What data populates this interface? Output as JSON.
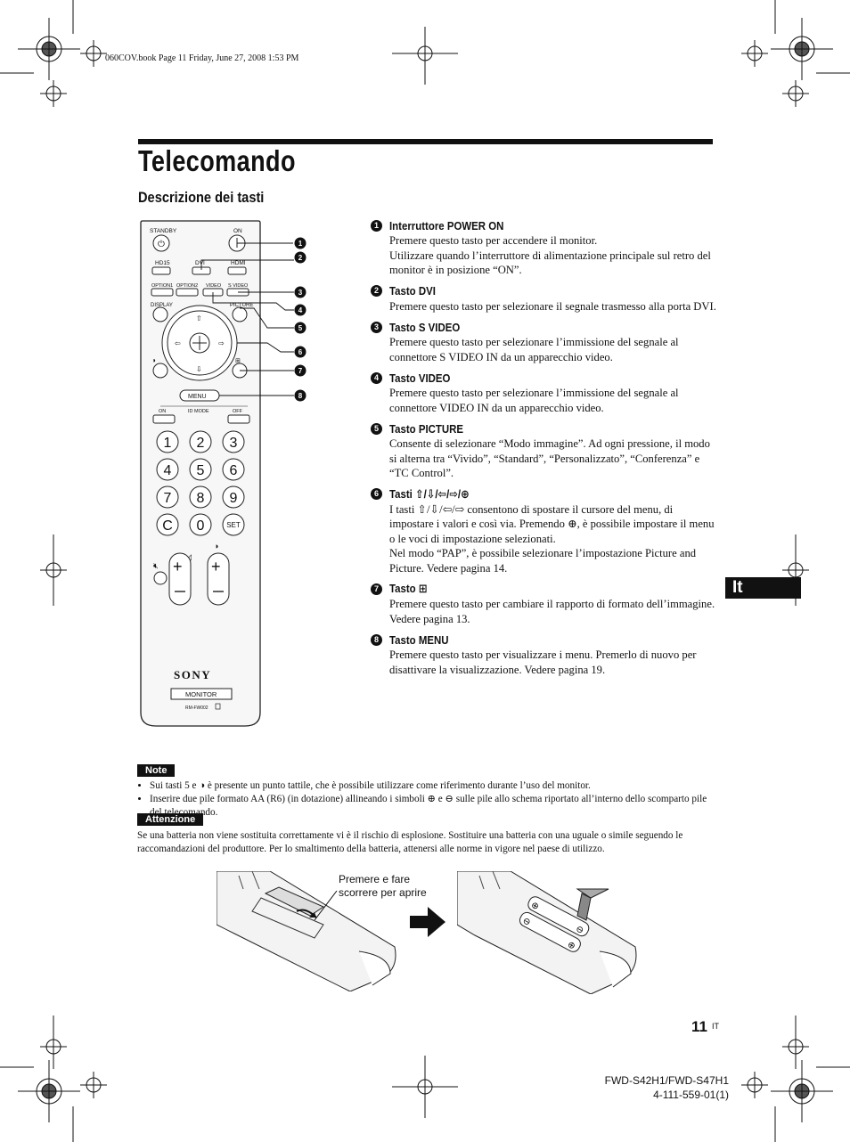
{
  "header_line": "060COV.book  Page 11  Friday, June 27, 2008  1:53 PM",
  "title": "Telecomando",
  "subtitle": "Descrizione dei tasti",
  "remote": {
    "labels": {
      "standby": "STANDBY",
      "on": "ON",
      "hd15": "HD15",
      "dvi": "DVI",
      "hdmi": "HDMI",
      "option1": "OPTION1",
      "option2": "OPTION2",
      "video": "VIDEO",
      "svideo": "S VIDEO",
      "display": "DISPLAY",
      "picture": "PICTURE",
      "menu": "MENU",
      "id_on": "ON",
      "id_mode": "ID MODE",
      "id_off": "OFF",
      "keys": [
        "1",
        "2",
        "3",
        "4",
        "5",
        "6",
        "7",
        "8",
        "9",
        "C",
        "0",
        "SET"
      ],
      "brand": "SONY",
      "model_plate": "MONITOR",
      "model_code": "RM-FW002"
    },
    "callouts": [
      "1",
      "2",
      "3",
      "4",
      "5",
      "6",
      "7",
      "8"
    ]
  },
  "items": [
    {
      "n": "1",
      "head": "Interruttore POWER ON",
      "body": [
        "Premere questo tasto per accendere il monitor.",
        "Utilizzare quando l’interruttore di alimentazione principale sul retro del monitor è in posizione “ON”."
      ]
    },
    {
      "n": "2",
      "head": "Tasto DVI",
      "body": [
        "Premere questo tasto per selezionare il segnale trasmesso alla porta DVI."
      ]
    },
    {
      "n": "3",
      "head": "Tasto S VIDEO",
      "body": [
        "Premere questo tasto per selezionare l’immissione del segnale al connettore S VIDEO IN da un apparecchio video."
      ]
    },
    {
      "n": "4",
      "head": "Tasto VIDEO",
      "body": [
        "Premere questo tasto per selezionare l’immissione del segnale al connettore VIDEO IN da un apparecchio video."
      ]
    },
    {
      "n": "5",
      "head": "Tasto PICTURE",
      "body": [
        "Consente di selezionare “Modo immagine”. Ad ogni pressione, il modo si alterna tra “Vivido”, “Standard”, “Personalizzato”, “Conferenza” e “TC Control”."
      ]
    },
    {
      "n": "6",
      "head": "Tasti ⇧/⇩/⇦/⇨/⊕",
      "body": [
        "I tasti ⇧/⇩/⇦/⇨ consentono di spostare il cursore del menu, di impostare i valori e così via. Premendo ⊕, è possibile impostare il menu o le voci di impostazione selezionati.",
        "Nel modo “PAP”, è possibile selezionare l’impostazione Picture and Picture. Vedere pagina 14."
      ]
    },
    {
      "n": "7",
      "head": "Tasto ⊞",
      "body": [
        "Premere questo tasto per cambiare il rapporto di formato dell’immagine. Vedere pagina 13."
      ]
    },
    {
      "n": "8",
      "head": "Tasto MENU",
      "body": [
        "Premere questo tasto per visualizzare i menu. Premerlo di nuovo per disattivare la visualizzazione. Vedere pagina 19."
      ]
    }
  ],
  "lang_tab": "It",
  "notes": {
    "label": "Note",
    "bullets": [
      "Sui tasti 5 e ◑ è presente un punto tattile, che è possibile utilizzare come riferimento durante l’uso del monitor.",
      "Inserire due pile formato AA (R6) (in dotazione) allineando i simboli ⊕ e ⊖ sulle pile allo schema riportato all’interno dello scomparto pile del telecomando."
    ]
  },
  "warning": {
    "label": "Attenzione",
    "text": "Se una batteria non viene sostituita correttamente vi è il rischio di esplosione. Sostituire una batteria con una uguale o simile seguendo le raccomandazioni del produttore. Per lo smaltimento della batteria, attenersi alle norme in vigore nel paese di utilizzo."
  },
  "battery_callout": "Premere e fare scorrere per aprire",
  "page_number": "11",
  "page_lang": "IT",
  "model_line": "FWD-S42H1/FWD-S47H1",
  "code_line": "4-111-559-01(1)"
}
